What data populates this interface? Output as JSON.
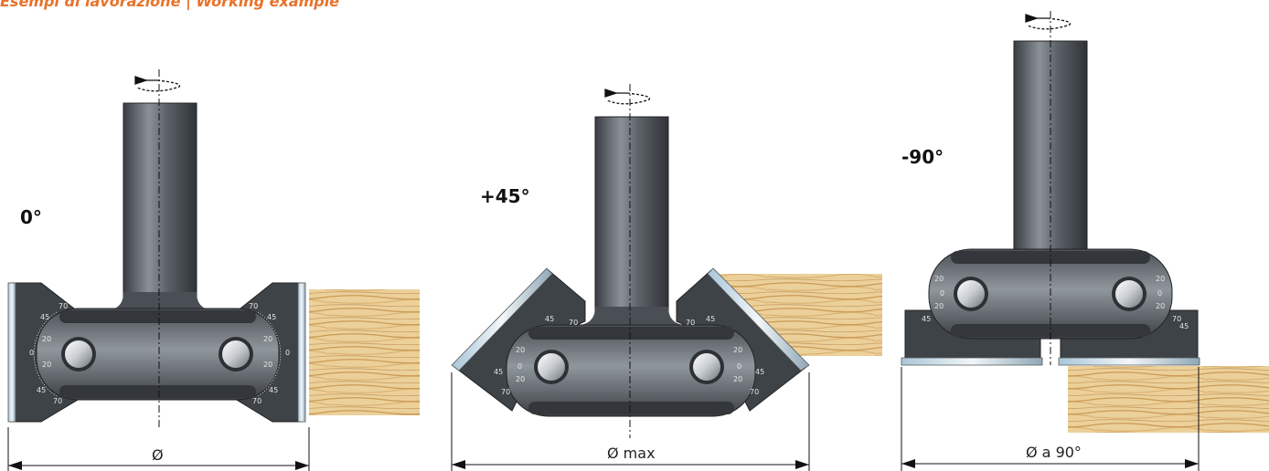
{
  "header": {
    "title": "Esempi di lavorazione | Working example"
  },
  "figures": [
    {
      "angle": "0°",
      "dimension": "Ø"
    },
    {
      "angle": "+45°",
      "dimension": "Ø max"
    },
    {
      "angle": "-90°",
      "dimension": "Ø a 90°"
    }
  ],
  "scale_labels": {
    "a": "0",
    "b": "20",
    "c": "45",
    "d": "70"
  },
  "colors": {
    "accent": "#e8722a",
    "steel_dark": "#3b3f44",
    "steel_mid": "#5f656b",
    "steel_light": "#9aa1a7",
    "wood": "#e9c98e"
  }
}
